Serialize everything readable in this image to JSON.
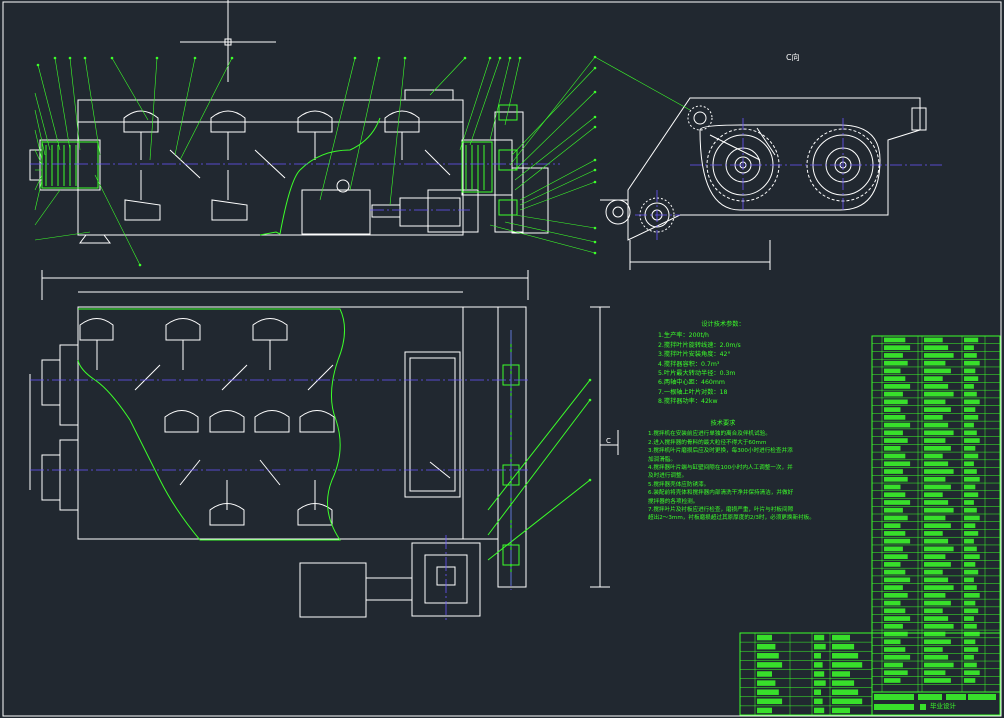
{
  "drawing": {
    "background": "#212830",
    "colors": {
      "outline": "#ffffff",
      "leader": "#3cff2a",
      "centerline": "#6a55ff",
      "dimension": "#ffffff"
    }
  },
  "view_label": "C向",
  "section_label": "C",
  "tech_params": {
    "title": "设计技术参数：",
    "lines": [
      "1.生产率：200t/h",
      "2.搅拌叶片旋转线速：2.0m/s",
      "3.搅拌叶片安装角度：42°",
      "4.搅拌器容积：0.7m³",
      "5.叶片最大转动半径：0.3m",
      "6.两轴中心距：460mm",
      "7.一根轴上叶片对数：18",
      "8.搅拌器功率：42kw"
    ]
  },
  "tech_requirements": {
    "title": "技术要求",
    "lines": [
      "1.搅拌机在安装前应进行单独的离合及伴机试验。",
      "2.进入搅拌器的骨料的最大粒径不得大于60mm",
      "3.搅拌机叶片磨损后应及时更换，每300小时进行检查并添",
      "  加润滑脂。",
      "4.搅拌器叶片端与缸壁间隙在100小时内人工调整一次，并",
      "  及时进行调整。",
      "5.搅拌器壳体应防锈漆。",
      "6.装配前将壳体和搅拌器内部清洗干净并保持清洁，并做好",
      "  搅拌器的各项检测。",
      "7.搅拌叶片及衬板应进行检查，磨损严重，叶片与衬板间隙",
      "  超出2～3mm，衬板磨损超过其原厚度的2/3时，必须更换新衬板。"
    ]
  },
  "title_block": {
    "design_label": "毕业设计"
  }
}
